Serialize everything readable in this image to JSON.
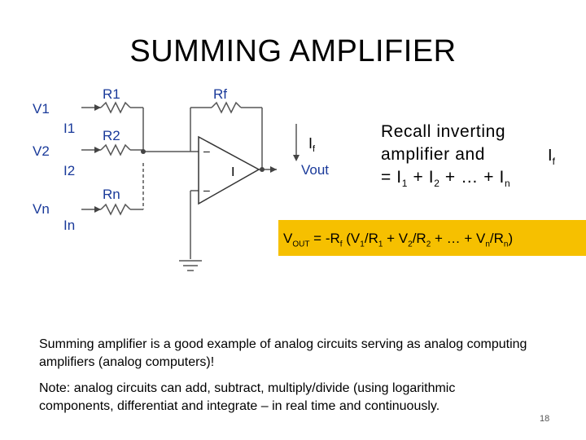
{
  "title": "SUMMING AMPLIFIER",
  "circuit": {
    "inputs": [
      {
        "voltage": "V1",
        "current": "I1",
        "resistor": "R1"
      },
      {
        "voltage": "V2",
        "current": "I2",
        "resistor": "R2"
      },
      {
        "voltage": "Vn",
        "current": "In",
        "resistor": "Rn"
      }
    ],
    "feedback_resistor": "Rf",
    "minus_sign": "–",
    "opamp_label": "I",
    "output_label": "Vout",
    "feedback_current": {
      "main": "I",
      "sub": "f"
    }
  },
  "recall": {
    "line1": "Recall inverting",
    "line2": "amplifier and",
    "line3_parts": [
      "= I",
      "1",
      " + I",
      "2",
      " + … + I",
      "n"
    ]
  },
  "if_right": {
    "main": "I",
    "sub": "f"
  },
  "vout_formula_parts": [
    "V",
    "OUT",
    " = -R",
    "f",
    " (V",
    "1",
    "/R",
    "1",
    " + V",
    "2",
    "/R",
    "2",
    " + … + V",
    "n",
    "/R",
    "n",
    ")"
  ],
  "paragraph1": "Summing amplifier is a good example of analog circuits serving as analog computing amplifiers (analog computers)!",
  "paragraph2": "Note: analog circuits can add, subtract, multiply/divide (using logarithmic components, differentiat and integrate – in real time and continuously.",
  "page_number": "18",
  "colors": {
    "highlight": "#f6c000",
    "circuit_label": "#1a3a9a"
  }
}
